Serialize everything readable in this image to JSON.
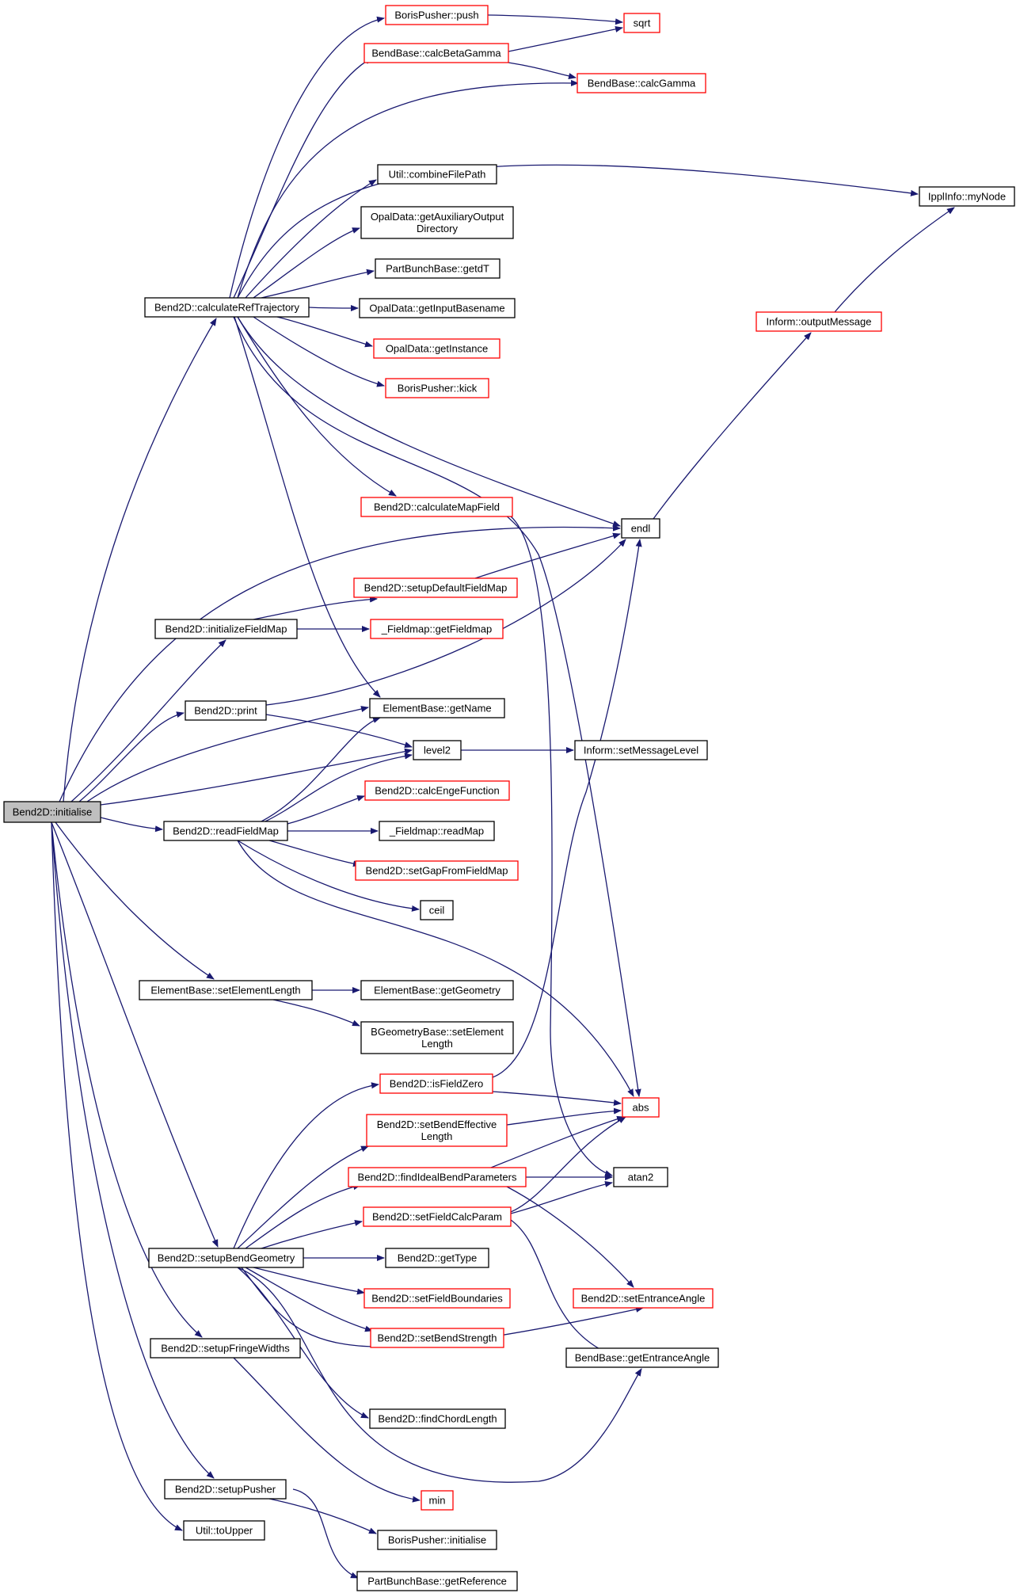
{
  "nodes": {
    "n_init": {
      "label": "Bend2D::initialise",
      "truncated": false,
      "root": true
    },
    "n_crt": {
      "label": "Bend2D::calculateRefTrajectory",
      "truncated": false
    },
    "n_ifm": {
      "label": "Bend2D::initializeFieldMap",
      "truncated": false
    },
    "n_print": {
      "label": "Bend2D::print",
      "truncated": false
    },
    "n_rfm": {
      "label": "Bend2D::readFieldMap",
      "truncated": false
    },
    "n_sel": {
      "label": "ElementBase::setElementLength",
      "truncated": false
    },
    "n_sbg": {
      "label": "Bend2D::setupBendGeometry",
      "truncated": false
    },
    "n_sfw": {
      "label": "Bend2D::setupFringeWidths",
      "truncated": false
    },
    "n_sp": {
      "label": "Bend2D::setupPusher",
      "truncated": false
    },
    "n_toupper": {
      "label": "Util::toUpper",
      "truncated": false
    },
    "n_push": {
      "label": "BorisPusher::push",
      "truncated": true
    },
    "n_cbg": {
      "label": "BendBase::calcBetaGamma",
      "truncated": true
    },
    "n_cfp": {
      "label": "Util::combineFilePath",
      "truncated": false
    },
    "n_gaod": {
      "label": [
        "OpalData::getAuxiliaryOutput",
        "Directory"
      ],
      "truncated": false
    },
    "n_gdt": {
      "label": "PartBunchBase::getdT",
      "truncated": false
    },
    "n_gib": {
      "label": "OpalData::getInputBasename",
      "truncated": false
    },
    "n_ginst": {
      "label": "OpalData::getInstance",
      "truncated": true
    },
    "n_kick": {
      "label": "BorisPusher::kick",
      "truncated": true
    },
    "n_cmf": {
      "label": "Bend2D::calculateMapField",
      "truncated": true
    },
    "n_sdfm": {
      "label": "Bend2D::setupDefaultFieldMap",
      "truncated": true
    },
    "n_gfm": {
      "label": "_Fieldmap::getFieldmap",
      "truncated": true
    },
    "n_gname": {
      "label": "ElementBase::getName",
      "truncated": false
    },
    "n_level2": {
      "label": "level2",
      "truncated": false
    },
    "n_cef": {
      "label": "Bend2D::calcEngeFunction",
      "truncated": true
    },
    "n_rmap": {
      "label": "_Fieldmap::readMap",
      "truncated": false
    },
    "n_sgfm": {
      "label": "Bend2D::setGapFromFieldMap",
      "truncated": true
    },
    "n_ceil": {
      "label": "ceil",
      "truncated": false
    },
    "n_ggeo": {
      "label": "ElementBase::getGeometry",
      "truncated": false
    },
    "n_bgsel": {
      "label": [
        "BGeometryBase::setElement",
        "Length"
      ],
      "truncated": false
    },
    "n_ifz": {
      "label": "Bend2D::isFieldZero",
      "truncated": true
    },
    "n_sbel": {
      "label": [
        "Bend2D::setBendEffective",
        "Length"
      ],
      "truncated": true
    },
    "n_fibp": {
      "label": "Bend2D::findIdealBendParameters",
      "truncated": true
    },
    "n_sfcp": {
      "label": "Bend2D::setFieldCalcParam",
      "truncated": true
    },
    "n_gtype": {
      "label": "Bend2D::getType",
      "truncated": false
    },
    "n_sfb": {
      "label": "Bend2D::setFieldBoundaries",
      "truncated": true
    },
    "n_sbs": {
      "label": "Bend2D::setBendStrength",
      "truncated": true
    },
    "n_fcl": {
      "label": "Bend2D::findChordLength",
      "truncated": false
    },
    "n_min": {
      "label": "min",
      "truncated": true
    },
    "n_bpinit": {
      "label": "BorisPusher::initialise",
      "truncated": false
    },
    "n_gref": {
      "label": "PartBunchBase::getReference",
      "truncated": false
    },
    "n_sqrt": {
      "label": "sqrt",
      "truncated": true
    },
    "n_cgamma": {
      "label": "BendBase::calcGamma",
      "truncated": true
    },
    "n_mynode": {
      "label": "IpplInfo::myNode",
      "truncated": false
    },
    "n_om": {
      "label": "Inform::outputMessage",
      "truncated": true
    },
    "n_endl": {
      "label": "endl",
      "truncated": false
    },
    "n_sml": {
      "label": "Inform::setMessageLevel",
      "truncated": false
    },
    "n_abs": {
      "label": "abs",
      "truncated": true
    },
    "n_atan2": {
      "label": "atan2",
      "truncated": false
    },
    "n_sea": {
      "label": "Bend2D::setEntranceAngle",
      "truncated": true
    },
    "n_gea": {
      "label": "BendBase::getEntranceAngle",
      "truncated": false
    }
  },
  "edges": [
    {
      "from": "n_init",
      "to": "n_crt"
    },
    {
      "from": "n_init",
      "to": "n_endl"
    },
    {
      "from": "n_init",
      "to": "n_ifm"
    },
    {
      "from": "n_init",
      "to": "n_print"
    },
    {
      "from": "n_init",
      "to": "n_gname"
    },
    {
      "from": "n_init",
      "to": "n_level2"
    },
    {
      "from": "n_init",
      "to": "n_rfm"
    },
    {
      "from": "n_init",
      "to": "n_sel"
    },
    {
      "from": "n_init",
      "to": "n_sbg"
    },
    {
      "from": "n_init",
      "to": "n_sfw"
    },
    {
      "from": "n_init",
      "to": "n_sp"
    },
    {
      "from": "n_init",
      "to": "n_toupper"
    },
    {
      "from": "n_crt",
      "to": "n_push"
    },
    {
      "from": "n_crt",
      "to": "n_cbg"
    },
    {
      "from": "n_crt",
      "to": "n_cgamma"
    },
    {
      "from": "n_crt",
      "to": "n_mynode"
    },
    {
      "from": "n_crt",
      "to": "n_cfp"
    },
    {
      "from": "n_crt",
      "to": "n_gaod"
    },
    {
      "from": "n_crt",
      "to": "n_gdt"
    },
    {
      "from": "n_crt",
      "to": "n_gib"
    },
    {
      "from": "n_crt",
      "to": "n_ginst"
    },
    {
      "from": "n_crt",
      "to": "n_kick"
    },
    {
      "from": "n_crt",
      "to": "n_endl"
    },
    {
      "from": "n_crt",
      "to": "n_cmf"
    },
    {
      "from": "n_crt",
      "to": "n_gname"
    },
    {
      "from": "n_crt",
      "to": "n_abs"
    },
    {
      "from": "n_push",
      "to": "n_sqrt"
    },
    {
      "from": "n_cbg",
      "to": "n_sqrt"
    },
    {
      "from": "n_cbg",
      "to": "n_cgamma"
    },
    {
      "from": "n_om",
      "to": "n_mynode"
    },
    {
      "from": "n_endl",
      "to": "n_om"
    },
    {
      "from": "n_cmf",
      "to": "n_atan2"
    },
    {
      "from": "n_ifm",
      "to": "n_sdfm"
    },
    {
      "from": "n_ifm",
      "to": "n_gfm"
    },
    {
      "from": "n_sdfm",
      "to": "n_endl"
    },
    {
      "from": "n_print",
      "to": "n_endl"
    },
    {
      "from": "n_print",
      "to": "n_level2"
    },
    {
      "from": "n_level2",
      "to": "n_sml"
    },
    {
      "from": "n_rfm",
      "to": "n_gname"
    },
    {
      "from": "n_rfm",
      "to": "n_level2"
    },
    {
      "from": "n_rfm",
      "to": "n_cef"
    },
    {
      "from": "n_rfm",
      "to": "n_rmap"
    },
    {
      "from": "n_rfm",
      "to": "n_sgfm"
    },
    {
      "from": "n_rfm",
      "to": "n_ceil"
    },
    {
      "from": "n_rfm",
      "to": "n_abs"
    },
    {
      "from": "n_sel",
      "to": "n_ggeo"
    },
    {
      "from": "n_sel",
      "to": "n_bgsel"
    },
    {
      "from": "n_sbg",
      "to": "n_ifz"
    },
    {
      "from": "n_sbg",
      "to": "n_sbel"
    },
    {
      "from": "n_sbg",
      "to": "n_fibp"
    },
    {
      "from": "n_sbg",
      "to": "n_sfcp"
    },
    {
      "from": "n_sbg",
      "to": "n_gtype"
    },
    {
      "from": "n_sbg",
      "to": "n_sfb"
    },
    {
      "from": "n_sbg",
      "to": "n_sbs"
    },
    {
      "from": "n_sbg",
      "to": "n_sea"
    },
    {
      "from": "n_sbg",
      "to": "n_fcl"
    },
    {
      "from": "n_sbg",
      "to": "n_gea"
    },
    {
      "from": "n_ifz",
      "to": "n_endl"
    },
    {
      "from": "n_ifz",
      "to": "n_abs"
    },
    {
      "from": "n_sbel",
      "to": "n_abs"
    },
    {
      "from": "n_fibp",
      "to": "n_abs"
    },
    {
      "from": "n_fibp",
      "to": "n_atan2"
    },
    {
      "from": "n_fibp",
      "to": "n_sea"
    },
    {
      "from": "n_sfcp",
      "to": "n_abs"
    },
    {
      "from": "n_sfcp",
      "to": "n_atan2"
    },
    {
      "from": "n_sfcp",
      "to": "n_gea"
    },
    {
      "from": "n_sfw",
      "to": "n_min"
    },
    {
      "from": "n_sp",
      "to": "n_bpinit"
    },
    {
      "from": "n_sp",
      "to": "n_gref"
    }
  ]
}
